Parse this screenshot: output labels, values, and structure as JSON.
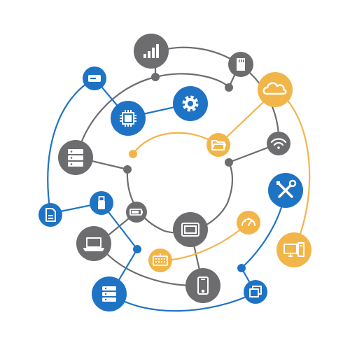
{
  "colors": {
    "gray": "#6d6d6f",
    "blue": "#1f73c4",
    "orange": "#f2b54a",
    "background": "#ffffff"
  },
  "nodes": {
    "signal": {
      "icon": "signal-bars-icon",
      "color": "gray"
    },
    "sd_card": {
      "icon": "sd-card-icon",
      "color": "gray"
    },
    "cloud": {
      "icon": "cloud-icon",
      "color": "orange"
    },
    "hard_drive": {
      "icon": "hard-drive-icon",
      "color": "blue"
    },
    "chip": {
      "icon": "microchip-icon",
      "color": "blue"
    },
    "gear": {
      "icon": "gear-icon",
      "color": "blue"
    },
    "server": {
      "icon": "server-stack-icon",
      "color": "gray"
    },
    "folder": {
      "icon": "folder-icon",
      "color": "orange"
    },
    "wifi": {
      "icon": "wifi-icon",
      "color": "gray"
    },
    "tools": {
      "icon": "wrench-screwdriver-icon",
      "color": "blue"
    },
    "usb": {
      "icon": "usb-drive-icon",
      "color": "blue"
    },
    "file": {
      "icon": "file-icon",
      "color": "blue"
    },
    "battery": {
      "icon": "battery-icon",
      "color": "gray"
    },
    "laptop": {
      "icon": "laptop-icon",
      "color": "gray"
    },
    "tablet": {
      "icon": "tablet-icon",
      "color": "gray"
    },
    "speedometer": {
      "icon": "speedometer-icon",
      "color": "orange"
    },
    "desktop": {
      "icon": "desktop-computer-icon",
      "color": "orange"
    },
    "keyboard": {
      "icon": "keyboard-icon",
      "color": "orange"
    },
    "phone": {
      "icon": "smartphone-icon",
      "color": "gray"
    },
    "database": {
      "icon": "database-icon",
      "color": "blue"
    },
    "windows": {
      "icon": "windows-icon",
      "color": "blue"
    }
  }
}
